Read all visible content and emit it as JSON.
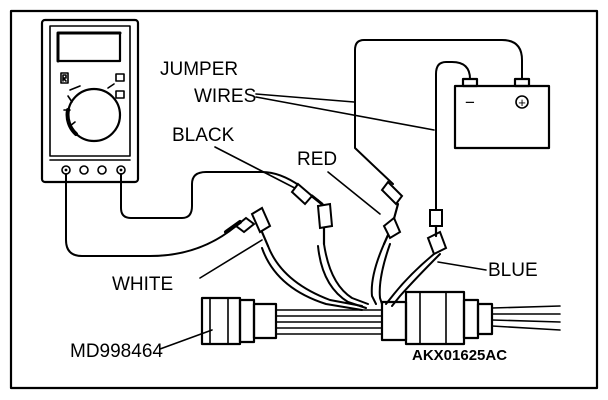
{
  "labels": {
    "jumper_line1": "JUMPER",
    "jumper_line2": "WIRES",
    "black": "BLACK",
    "red": "RED",
    "white": "WHITE",
    "blue": "BLUE",
    "tool_number": "MD998464",
    "figure_code": "AKX01625AC"
  },
  "battery": {
    "negative_symbol": "−",
    "positive_symbol": "+"
  },
  "icons": [
    "multimeter-icon",
    "battery-icon",
    "harness-connector-icon",
    "test-probe-icon",
    "alligator-clip-icon"
  ]
}
